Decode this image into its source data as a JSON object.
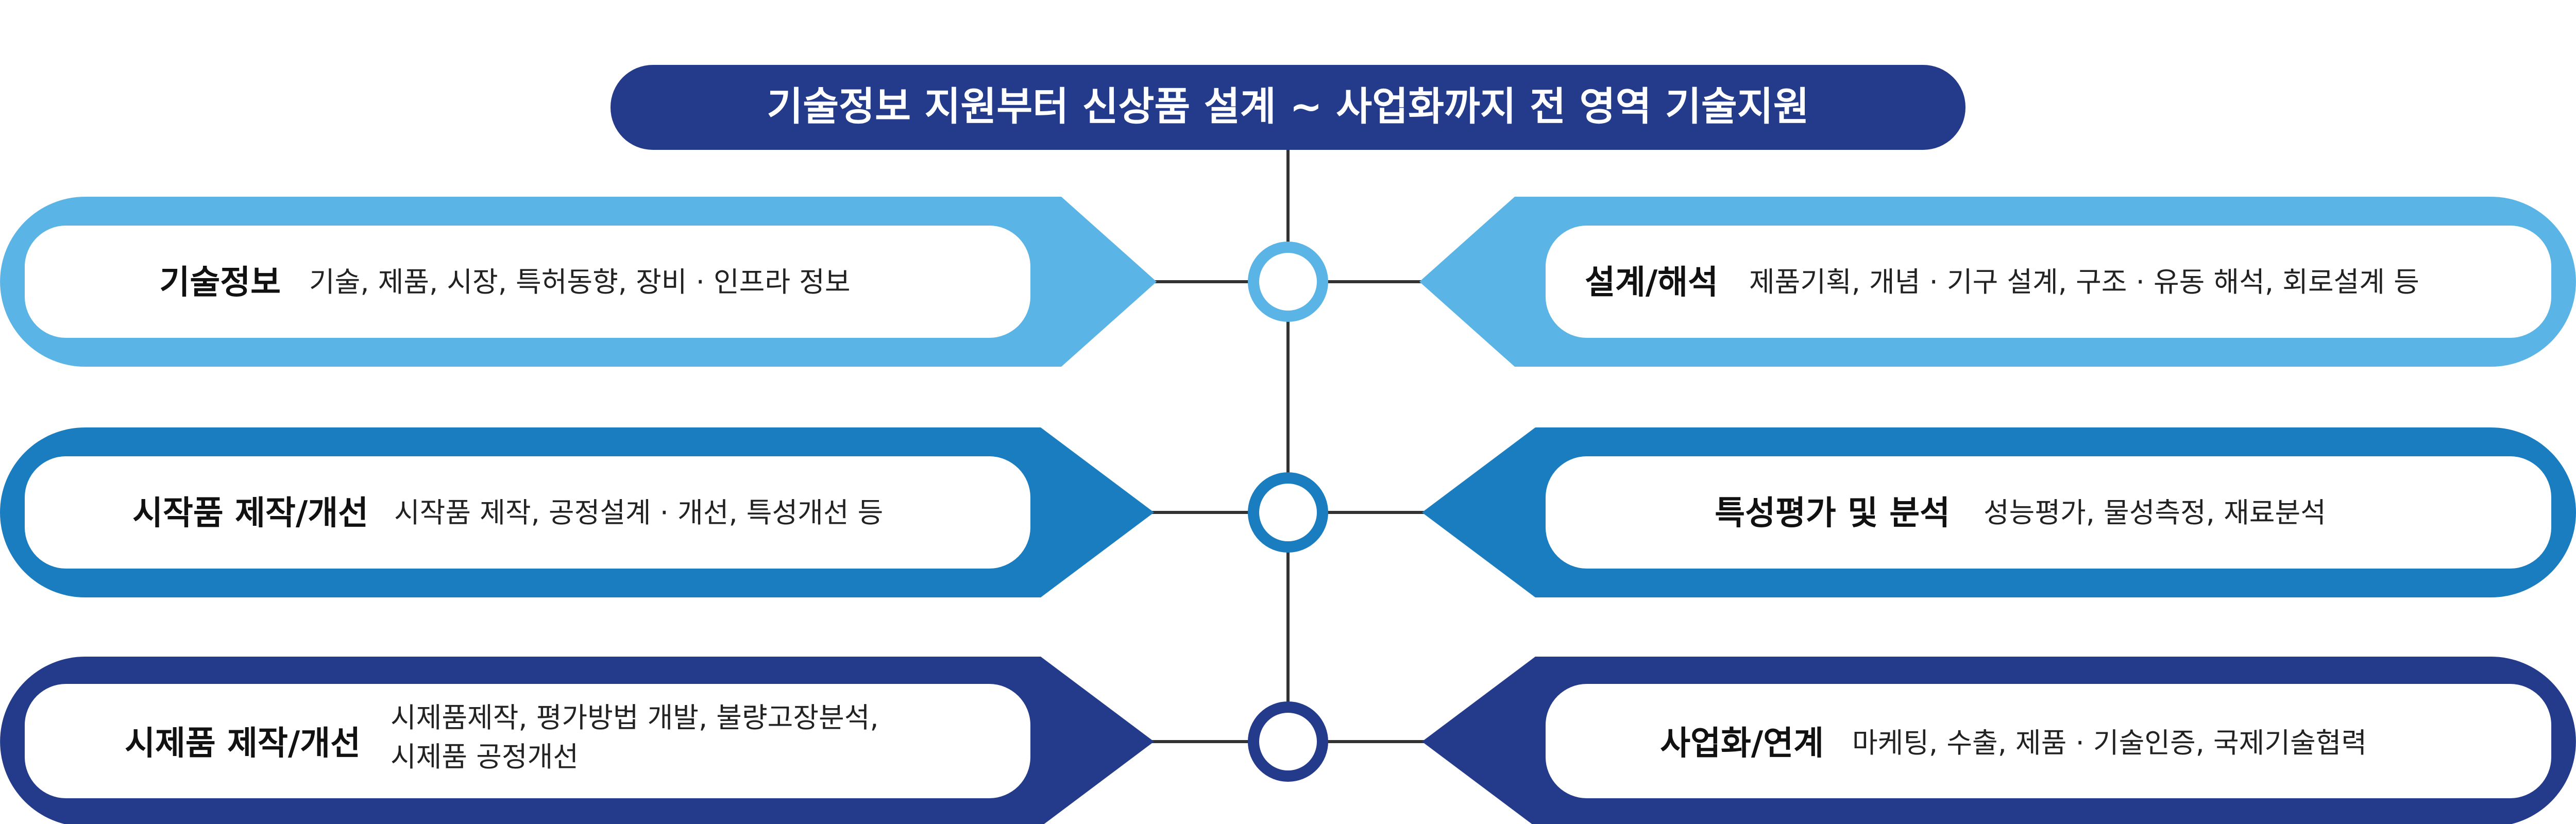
{
  "header": {
    "title": "기술정보 지원부터 신상품 설계 ~ 사업화까지 전 영역 기술지원",
    "color": "#243b8c"
  },
  "colors": {
    "row1": "#5ab4e5",
    "row2": "#1a7dc0",
    "row3": "#243b8c",
    "connector": "#333333"
  },
  "items": {
    "left": [
      {
        "title": "기술정보",
        "desc": [
          "기술, 제품, 시장, 특허동향, 장비 · 인프라 정보"
        ]
      },
      {
        "title": "시작품 제작/개선",
        "desc": [
          "시작품 제작, 공정설계 · 개선, 특성개선 등"
        ]
      },
      {
        "title": "시제품 제작/개선",
        "desc": [
          "시제품제작, 평가방법 개발, 불량고장분석,",
          "시제품 공정개선"
        ]
      }
    ],
    "right": [
      {
        "title": "설계/해석",
        "desc": [
          "제품기획, 개념 · 기구 설계, 구조 · 유동 해석, 회로설계 등"
        ]
      },
      {
        "title": "특성평가 및 분석",
        "desc": [
          "성능평가, 물성측정, 재료분석"
        ]
      },
      {
        "title": "사업화/연계",
        "desc": [
          "마케팅, 수출, 제품 · 기술인증, 국제기술협력"
        ]
      }
    ]
  }
}
